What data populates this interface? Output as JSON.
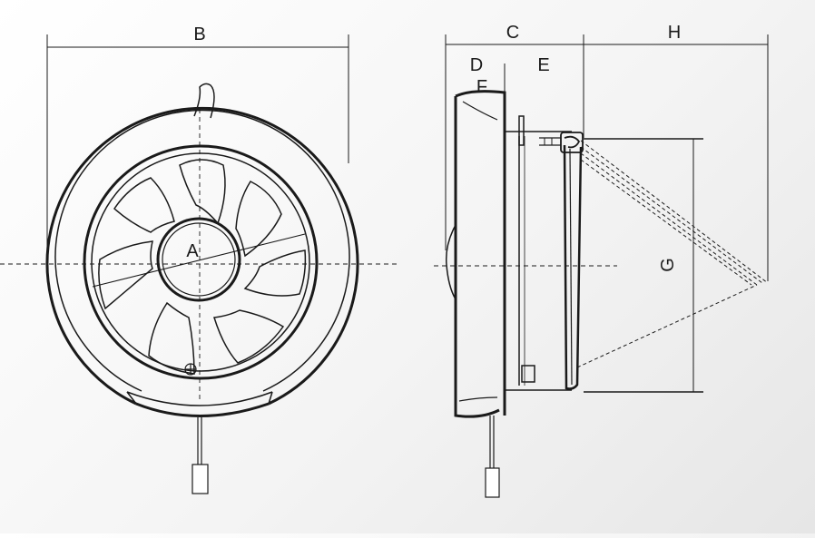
{
  "labels": {
    "front_width": "B",
    "hub": "A",
    "side_depth": "C",
    "side_d": "D",
    "side_e": "E",
    "side_f": "F",
    "shutter_swing": "H",
    "shutter_height": "G"
  },
  "colors": {
    "line": "#1a1a1a",
    "dim_line": "#333333",
    "background": "#f2f2f2"
  }
}
